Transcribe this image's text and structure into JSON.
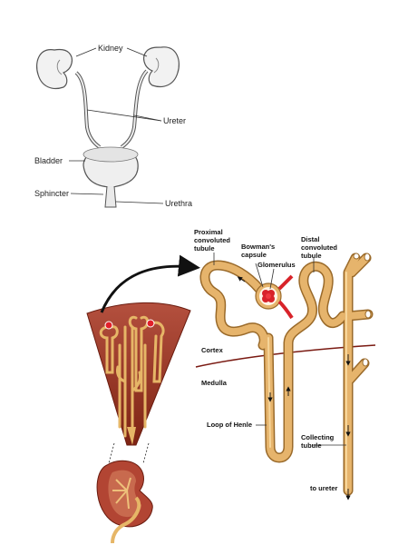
{
  "urinary_system": {
    "labels": {
      "kidney": "Kidney",
      "ureter": "Ureter",
      "bladder": "Bladder",
      "sphincter": "Sphincter",
      "urethra": "Urethra"
    }
  },
  "nephron": {
    "labels": {
      "proximal_line1": "Proximal",
      "proximal_line2": "convoluted",
      "proximal_line3": "tubule",
      "bowmans_line1": "Bowman's",
      "bowmans_line2": "capsule",
      "glomerulus": "Glomerulus",
      "distal_line1": "Distal",
      "distal_line2": "convoluted",
      "distal_line3": "tubule",
      "cortex": "Cortex",
      "medulla": "Medulla",
      "loop_of_henle": "Loop of Henle",
      "collecting_line1": "Collecting",
      "collecting_line2": "tubule",
      "to_ureter": "to ureter"
    }
  },
  "colors": {
    "tubule": "#e3b36a",
    "tubule_dark": "#9a6a2a",
    "tissue": "#8e2d1c",
    "tissue_light": "#b8574a",
    "kidney_outer": "#a8432f",
    "blood": "#d8232a",
    "boundary": "#7a1a12"
  }
}
